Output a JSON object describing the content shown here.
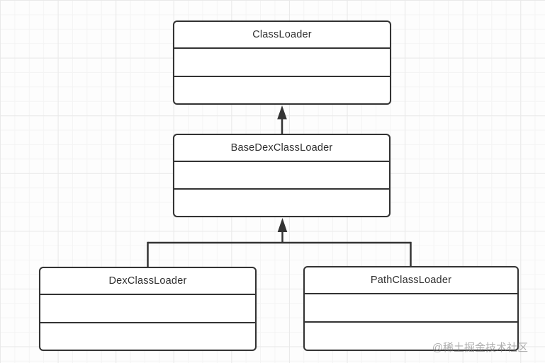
{
  "diagram": {
    "type": "uml-class-diagram",
    "classes": [
      {
        "name": "ClassLoader",
        "fields": "",
        "methods": ""
      },
      {
        "name": "BaseDexClassLoader",
        "fields": "",
        "methods": ""
      },
      {
        "name": "DexClassLoader",
        "fields": "",
        "methods": ""
      },
      {
        "name": "PathClassLoader",
        "fields": "",
        "methods": ""
      }
    ],
    "relations": [
      {
        "from": "BaseDexClassLoader",
        "to": "ClassLoader",
        "type": "inheritance"
      },
      {
        "from": "DexClassLoader",
        "to": "BaseDexClassLoader",
        "type": "inheritance"
      },
      {
        "from": "PathClassLoader",
        "to": "BaseDexClassLoader",
        "type": "inheritance"
      }
    ],
    "watermark": "@稀土掘金技术社区",
    "colors": {
      "stroke": "#333333",
      "box_fill": "#ffffff",
      "background": "#fdfdfd",
      "grid_minor": "#f4f4f4",
      "grid_major": "#e9e9e9",
      "watermark": "#7d7d7d"
    }
  }
}
